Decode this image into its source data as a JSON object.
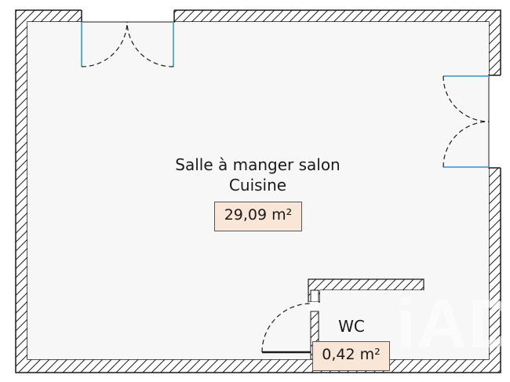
{
  "rooms": {
    "main": {
      "name_line1": "Salle à manger salon",
      "name_line2": "Cuisine",
      "area": "29,09 m²"
    },
    "wc": {
      "name": "WC",
      "area": "0,42 m²"
    }
  },
  "watermark": {
    "text": "iAD"
  },
  "colors": {
    "wall_fill": "#ffffff",
    "wall_stroke": "#1a1a1a",
    "floor": "#f7f7f7",
    "window": "#5aaed8",
    "area_box": "#f9e6d6"
  },
  "icons": [
    "door-swing-icon",
    "window-icon"
  ]
}
